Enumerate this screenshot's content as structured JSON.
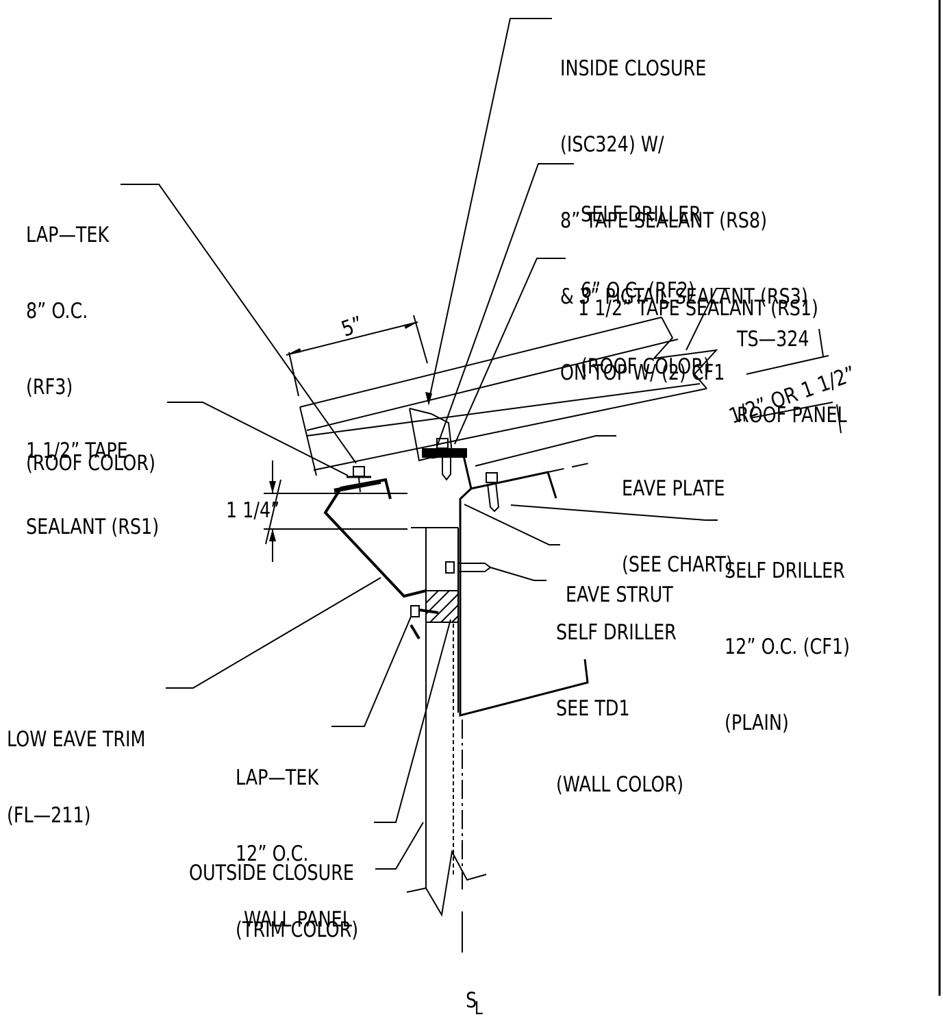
{
  "labels": {
    "inside_closure": [
      "INSIDE CLOSURE",
      "(ISC324) W/",
      "8” TAPE SEALANT (RS8)",
      "& 3” PIGTAIL SEALANT (RS3)",
      "ON TOP W/ (2) CF1"
    ],
    "self_driller_rf2": [
      "SELF DRILLER",
      "6” O.C. (RF2)",
      "(ROOF COLOR)"
    ],
    "tape_sealant_rs1_top": [
      "1 1/2” TAPE SEALANT (RS1)"
    ],
    "lap_tek_rf3": [
      "LAP—TEK",
      "8” O.C.",
      "(RF3)",
      "(ROOF COLOR)"
    ],
    "roof_panel": [
      "TS—324",
      "ROOF PANEL"
    ],
    "tape_sealant_rs1_left": [
      "1 1/2” TAPE",
      "SEALANT (RS1)"
    ],
    "eave_plate": [
      "EAVE PLATE",
      "(SEE CHART)"
    ],
    "self_driller_cf1": [
      "SELF DRILLER",
      "12” O.C. (CF1)",
      "(PLAIN)"
    ],
    "eave_strut": [
      "EAVE STRUT"
    ],
    "self_driller_td1": [
      "SELF DRILLER",
      "SEE TD1",
      "(WALL COLOR)"
    ],
    "low_eave_trim": [
      "LOW EAVE TRIM",
      "(FL—211)"
    ],
    "lap_tek_trim": [
      "LAP—TEK",
      "12” O.C.",
      "(TRIM COLOR)"
    ],
    "outside_closure": [
      "OUTSIDE CLOSURE"
    ],
    "wall_panel": [
      "WALL PANEL"
    ]
  },
  "dimensions": {
    "panel_offset": "1/2” OR 1 1/2”",
    "overhang": "5”",
    "trim_height": "1 1/4”"
  },
  "steel_line_symbol": "S",
  "steel_line_subscript": "L"
}
